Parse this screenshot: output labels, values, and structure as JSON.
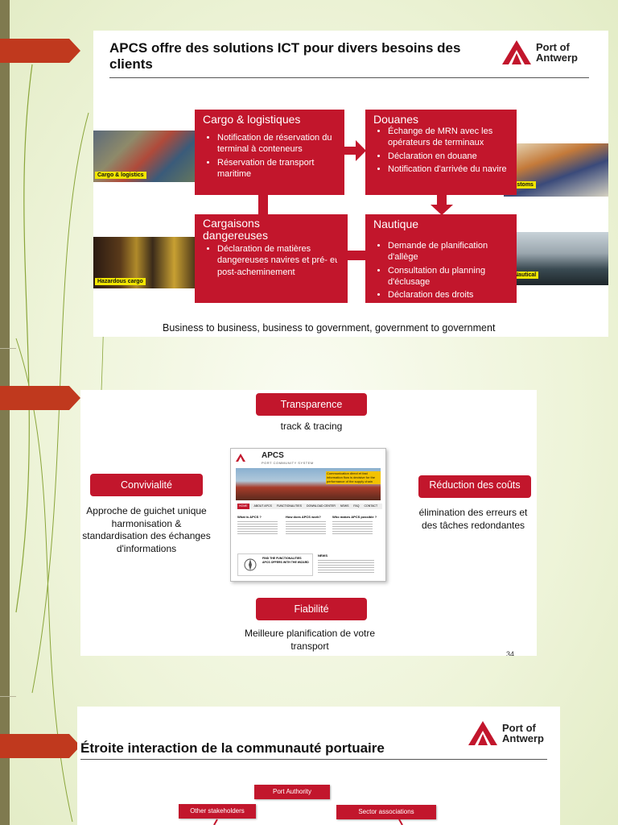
{
  "slide1": {
    "title": "APCS offre des solutions ICT pour divers besoins des clients",
    "logo": {
      "line1": "Port of",
      "line2": "Antwerp"
    },
    "boxes": {
      "cargo": {
        "title": "Cargo & logistiques",
        "items": [
          "Notification de réservation du terminal à conteneurs",
          "Réservation de transport maritime"
        ]
      },
      "douanes": {
        "title": "Douanes",
        "items": [
          "Échange de MRN avec les opérateurs de terminaux",
          "Déclaration en douane",
          "Notification d'arrivée du navire"
        ]
      },
      "cargaisons": {
        "title": "Cargaisons dangereuses",
        "items": [
          "Déclaration de matières dangereuses navires et pré- et post-acheminement"
        ]
      },
      "nautique": {
        "title": "Nautique",
        "items": [
          "Demande de planification d'allège",
          "Consultation du planning d'éclusage",
          "Déclaration des droits"
        ]
      }
    },
    "photos": {
      "cargo": "Cargo & logistics",
      "customs": "Customs",
      "hazardous": "Hazardous cargo",
      "nautical": "Nautical"
    },
    "footer": "Business to business, business to government, government to government"
  },
  "slide2": {
    "transparence": {
      "label": "Transparence",
      "text": "track & tracing"
    },
    "convivialite": {
      "label": "Convivialité",
      "text": "Approche de guichet unique harmonisation & standardisation des échanges d'informations"
    },
    "reduction": {
      "label": "Réduction des coûts",
      "text": "élimination des erreurs et des tâches redondantes"
    },
    "fiabilite": {
      "label": "Fiabilité",
      "text": "Meilleure planification de votre transport"
    },
    "page_number": "34",
    "screenshot": {
      "logo": "APCS",
      "subtitle": "PORT COMMUNITY SYSTEM",
      "banner": "Communication direct et fast information flow is decisive for the performance of the supply chain",
      "nav": [
        "HOME",
        "ABOUT APCS",
        "FUNCTIONALITIES",
        "DOWNLOAD CENTER",
        "NEWS",
        "FAQ",
        "CONTACT"
      ],
      "cols": [
        "What is APCS ?",
        "How does APCS work?",
        "Who makes APCS possible ?"
      ],
      "promo": "FIND THE FUNCTIONALITIES APCS OFFERS WITH THE WIZARD",
      "news": "NEWS"
    }
  },
  "slide3": {
    "title": "Étroite interaction de la communauté portuaire",
    "logo": {
      "line1": "Port of",
      "line2": "Antwerp"
    },
    "nodes": {
      "port_authority": "Port Authority",
      "other": "Other stakeholders",
      "sector": "Sector associations"
    }
  },
  "colors": {
    "brand_red": "#c2162c",
    "tab_orange": "#c0391e",
    "strip": "#7f7a4f"
  }
}
